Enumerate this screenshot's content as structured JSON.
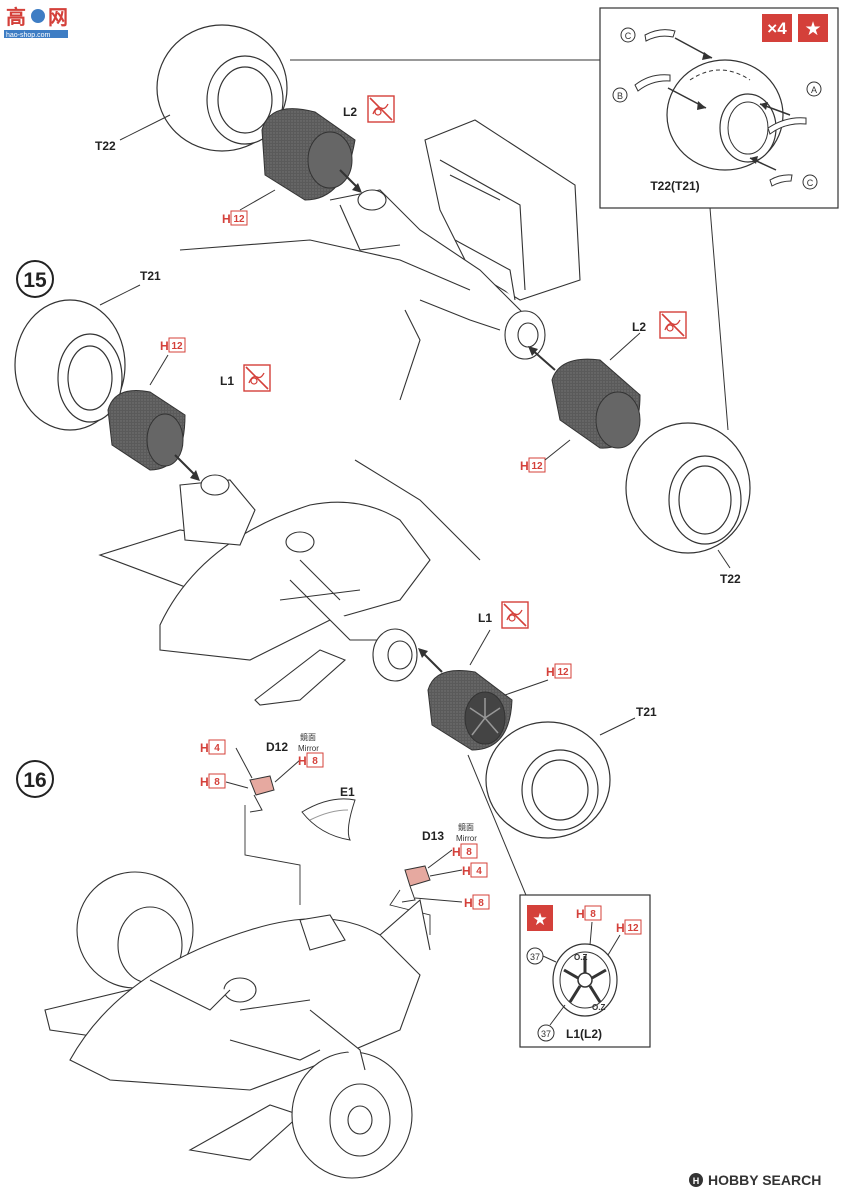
{
  "watermark": {
    "logo_text": "高",
    "logo_text2": "网",
    "domain": "hao-shop.com"
  },
  "steps": {
    "step15": "15",
    "step16": "16"
  },
  "labels": {
    "t22_top": "T22",
    "t21_left": "T21",
    "t22_right": "T22",
    "t21_bottom": "T21",
    "l2_top": "L2",
    "l1_left": "L1",
    "l2_right": "L2",
    "l1_bottom": "L1",
    "h12": "H",
    "h12_num": "12",
    "h4": "H",
    "h4_num": "4",
    "h8": "H",
    "h8_num": "8",
    "d12": "D12",
    "d13": "D13",
    "e1": "E1",
    "mirror_jp": "鏡面",
    "mirror_en": "Mirror"
  },
  "callout_top": {
    "multiplier": "×4",
    "star": "★",
    "a": "A",
    "b": "B",
    "c": "C",
    "caption": "T22(T21)"
  },
  "callout_wheel": {
    "star": "★",
    "decal": "37",
    "caption": "L1(L2)",
    "rim_text": "O.Z"
  },
  "footer": {
    "brand": "HOBBY SEARCH",
    "brand_prefix": "H"
  },
  "colors": {
    "accent_red": "#d4403a",
    "tire_dark": "#555555",
    "line": "#333333"
  }
}
